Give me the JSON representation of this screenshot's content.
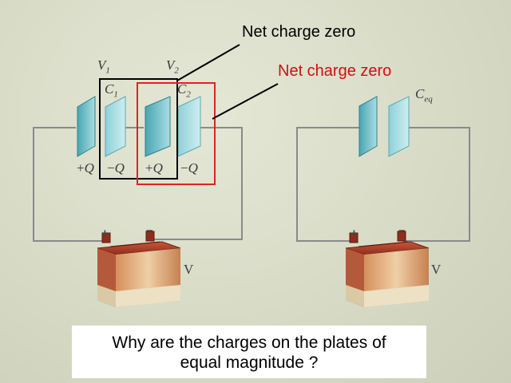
{
  "labels": {
    "net_charge_black": "Net charge zero",
    "net_charge_red": "Net charge zero",
    "v1": "V",
    "v1_sub": "1",
    "v2": "V",
    "v2_sub": "2",
    "c1": "C",
    "c1_sub": "1",
    "c2": "C",
    "c2_sub": "2",
    "ceq": "C",
    "ceq_sub": "eq",
    "charge_plus": "+",
    "charge_minus": "−",
    "charge_q": "Q",
    "battery_voltage": "V",
    "battery_plus": "+",
    "battery_minus": "−"
  },
  "question": {
    "line1": "Why are the charges on the plates of",
    "line2": "equal magnitude ?"
  },
  "colors": {
    "background": "#d9ddc9",
    "black_label": "#000000",
    "red_label": "#cc1111",
    "plate_fill": "#7cc6cf",
    "wire": "#8a8a8a",
    "battery_body": "#b8452e",
    "question_bg": "#ffffff"
  }
}
